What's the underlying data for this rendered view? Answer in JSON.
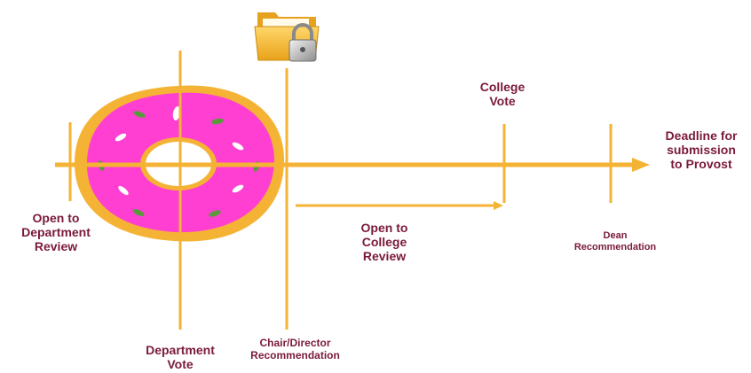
{
  "colors": {
    "timeline": "#f5b335",
    "label_text": "#7a1a3a",
    "donut_dough": "#f5b335",
    "donut_icing": "#ff3fd2",
    "sprinkle_green": "#5a9a3c",
    "sprinkle_white": "#ffffff"
  },
  "icons": {
    "folder": "locked-folder-icon",
    "donut": "donut-icon"
  },
  "labels": {
    "open_department_review": "Open to\nDepartment\nReview",
    "department_vote": "Department\nVote",
    "chair_director_recommendation": "Chair/Director\nRecommendation",
    "open_college_review": "Open to\nCollege\nReview",
    "college_vote": "College\nVote",
    "dean_recommendation": "Dean\nRecommendation",
    "deadline_provost": "Deadline for\nsubmission\nto Provost"
  }
}
